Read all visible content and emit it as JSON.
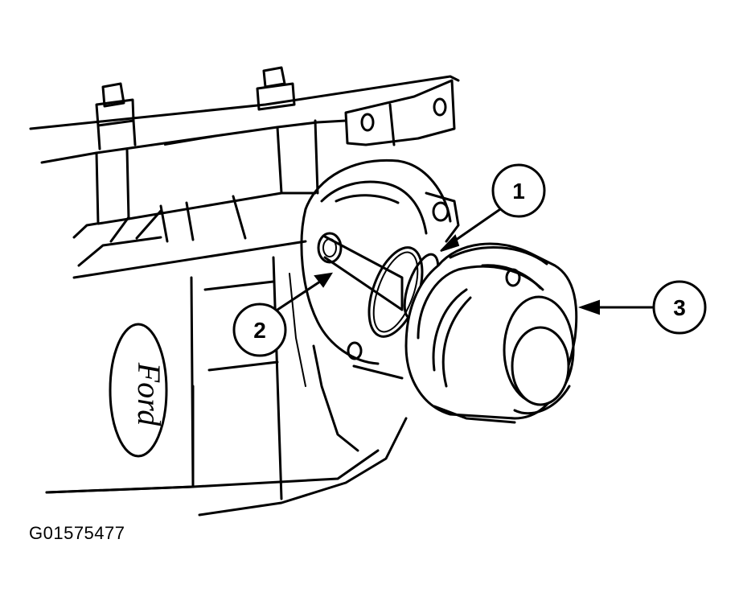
{
  "figure": {
    "id_label": "G01575477",
    "brand_logo_text": "Ford"
  },
  "callouts": [
    {
      "number": "1",
      "part": "o-ring-seal"
    },
    {
      "number": "2",
      "part": "shaft-spindle"
    },
    {
      "number": "3",
      "part": "pulley-housing"
    }
  ],
  "colors": {
    "ink": "#000000",
    "paper": "#ffffff"
  }
}
